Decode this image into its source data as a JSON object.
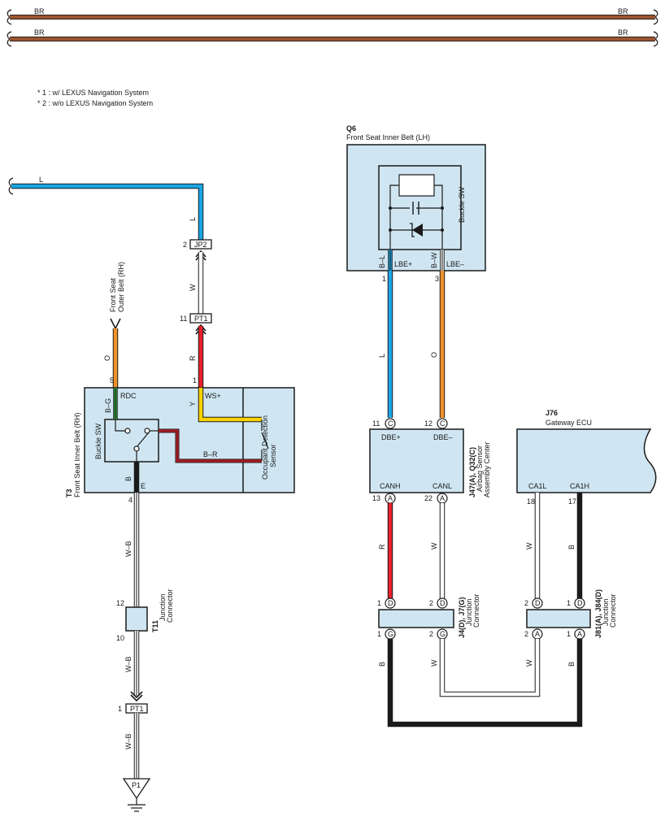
{
  "notes": [
    "* 1 : w/ LEXUS Navigation System",
    "* 2 : w/o LEXUS Navigation System"
  ],
  "top_wires": {
    "br1_left": "BR",
    "br1_right": "BR",
    "br2_left": "BR",
    "br2_right": "BR"
  },
  "wire_colors": {
    "L": "#1aa6e6",
    "BR": "#9a5530",
    "O": "#f0922b",
    "R": "#e8202a",
    "Y": "#ffd200",
    "B": "#1a1a1a",
    "W": "#ffffff",
    "G": "#2e9e3e"
  },
  "labels": {
    "L_top": "L",
    "L_vert": "L",
    "jp2": "JP2",
    "jp2_pin": "2",
    "w_jp2": "W",
    "pt1_top": "PT1",
    "pt1_top_pin": "11",
    "r_pt1": "R",
    "front_seat_outer_1": "Front Seat",
    "front_seat_outer_2": "Outer Belt (RH)",
    "o_wire": "O",
    "t3_pin5": "5",
    "t3_pin1": "1",
    "t3_pin4": "4",
    "rdc": "RDC",
    "ws": "WS+",
    "e": "E",
    "bg": "B–G",
    "y": "Y",
    "b_short": "B",
    "br_inner": "B–R",
    "buckle_sw": "Buckle SW",
    "occ_1": "Occupant Detection",
    "occ_2": "Sensor",
    "t3_code": "T3",
    "t3_name": "Front Seat Inner Belt (RH)",
    "wb1": "W–B",
    "wb2": "W–B",
    "wb3": "W–B",
    "t11_pin12": "12",
    "t11_pin10": "10",
    "t11_code": "T11",
    "t11_name_1": "Junction",
    "t11_name_2": "Connector",
    "pt1_bot": "PT1",
    "pt1_bot_pin": "1",
    "p1": "P1",
    "q6_code": "Q6",
    "q6_name": "Front Seat Inner Belt (LH)",
    "buckle_sw2": "Buckle SW",
    "bl": "B–L",
    "lbe_plus": "LBE+",
    "bw": "B–W",
    "lbe_minus": "LBE–",
    "q6_pin1": "1",
    "q6_pin3": "3",
    "L_q6": "L",
    "O_q6": "O",
    "pin11": "11",
    "pin12": "12",
    "pin13": "13",
    "pin22": "22",
    "pc_c1": "C",
    "pc_c2": "C",
    "pc_a1": "A",
    "pc_a2": "A",
    "dbe_plus": "DBE+",
    "dbe_minus": "DBE–",
    "canh": "CANH",
    "canl": "CANL",
    "j47_code": "J47(A), Q32(C)",
    "j47_name_1": "Airbag Sensor",
    "j47_name_2": "Assembly Center",
    "r_can": "R",
    "w_can": "W",
    "j4_pin1d": "1",
    "j4_pin2d": "2",
    "j4_pin1g": "1",
    "j4_pin2g": "2",
    "j4_d1": "D",
    "j4_d2": "D",
    "j4_g1": "G",
    "j4_g2": "G",
    "j4_code": "J4(D), J7(G)",
    "j4_name_1": "Junction",
    "j4_name_2": "Connector",
    "b_j4": "B",
    "w_j4": "W",
    "j76_code": "J76",
    "j76_name": "Gateway ECU",
    "ca1l": "CA1L",
    "ca1h": "CA1H",
    "pin18": "18",
    "pin17": "17",
    "w_gw": "W",
    "b_gw": "B",
    "j81_pin2d": "2",
    "j81_pin1d": "1",
    "j81_pin2a": "2",
    "j81_pin1a": "1",
    "j81_d1": "D",
    "j81_d2": "D",
    "j81_a1": "A",
    "j81_a2": "A",
    "j81_code": "J81(A), J84(D)",
    "j81_name_1": "Junction",
    "j81_name_2": "Connector",
    "w_j81": "W",
    "b_j81": "B"
  }
}
